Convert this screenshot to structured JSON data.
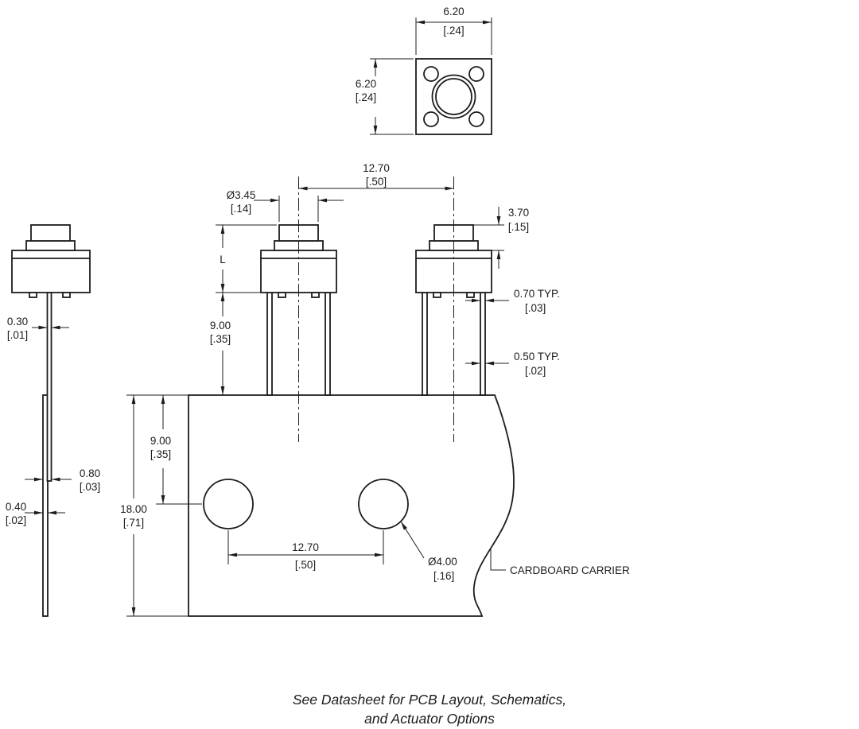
{
  "top_view": {
    "dim_width_mm": "6.20",
    "dim_width_in": "[.24]",
    "dim_height_mm": "6.20",
    "dim_height_in": "[.24]"
  },
  "front_view": {
    "dim_pitch_mm": "12.70",
    "dim_pitch_in": "[.50]",
    "dim_actuator_dia_mm": "Ø3.45",
    "dim_actuator_dia_in": "[.14]",
    "dim_actuator_height_mm": "3.70",
    "dim_actuator_height_in": "[.15]",
    "dim_switch_height_label": "L",
    "dim_lead_length_mm": "9.00",
    "dim_lead_length_in": "[.35]",
    "dim_lead_thickness_mm": "0.70 TYP.",
    "dim_lead_thickness_in": "[.03]",
    "dim_lead_width_mm": "0.50 TYP.",
    "dim_lead_width_in": "[.02]"
  },
  "side_view": {
    "dim_lead_thk_mm": "0.30",
    "dim_lead_thk_in": "[.01]",
    "dim_clinch_mm": "0.80",
    "dim_clinch_in": "[.03]",
    "dim_carrier_thk_mm": "0.40",
    "dim_carrier_thk_in": "[.02]"
  },
  "carrier": {
    "dim_hole_offset_mm": "9.00",
    "dim_hole_offset_in": "[.35]",
    "dim_total_width_mm": "18.00",
    "dim_total_width_in": "[.71]",
    "dim_hole_pitch_mm": "12.70",
    "dim_hole_pitch_in": "[.50]",
    "dim_hole_dia_mm": "Ø4.00",
    "dim_hole_dia_in": "[.16]",
    "label": "CARDBOARD CARRIER"
  },
  "footer": {
    "note_line1": "See Datasheet for PCB Layout, Schematics,",
    "note_line2": "and Actuator Options"
  }
}
